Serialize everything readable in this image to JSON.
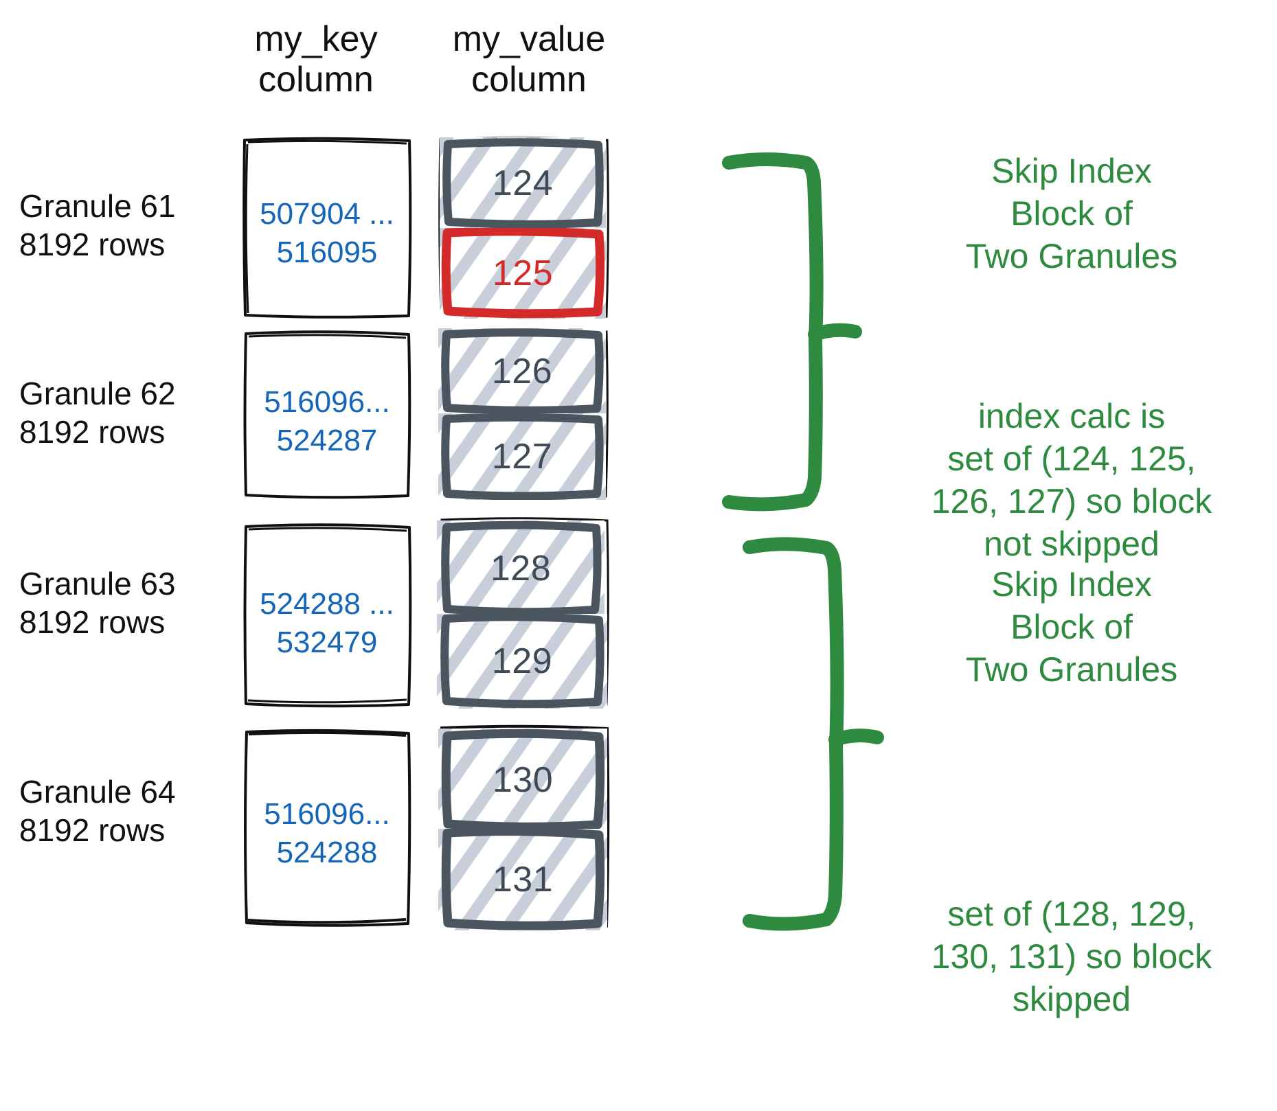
{
  "headers": {
    "key_column": "my_key\ncolumn",
    "value_column": "my_value\ncolumn"
  },
  "colors": {
    "key_text": "#1565b8",
    "value_border": "#4a5560",
    "value_text": "#3f4a56",
    "hatch": "#c8cfda",
    "highlight_red": "#d52a2a",
    "annotation_green": "#2d8a3e",
    "sketch_black": "#111111"
  },
  "granules": [
    {
      "label": "Granule 61\n8192 rows",
      "key_range": "507904 ...\n516095",
      "values": [
        {
          "text": "124",
          "highlighted": false
        },
        {
          "text": "125",
          "highlighted": true
        }
      ]
    },
    {
      "label": "Granule 62\n8192 rows",
      "key_range": "516096...\n524287",
      "values": [
        {
          "text": "126",
          "highlighted": false
        },
        {
          "text": "127",
          "highlighted": false
        }
      ]
    },
    {
      "label": "Granule 63\n8192 rows",
      "key_range": "524288 ...\n532479",
      "values": [
        {
          "text": "128",
          "highlighted": false
        },
        {
          "text": "129",
          "highlighted": false
        }
      ]
    },
    {
      "label": "Granule 64\n8192 rows",
      "key_range": "516096...\n524288",
      "values": [
        {
          "text": "130",
          "highlighted": false
        },
        {
          "text": "131",
          "highlighted": false
        }
      ]
    }
  ],
  "annotations": [
    {
      "text": "Skip Index\nBlock of\nTwo Granules"
    },
    {
      "text": "index calc is\nset of (124, 125,\n126, 127) so block\nnot skipped"
    },
    {
      "text": "Skip Index\nBlock of\nTwo Granules"
    },
    {
      "text": "set of (128, 129,\n130, 131) so block\nskipped"
    }
  ]
}
